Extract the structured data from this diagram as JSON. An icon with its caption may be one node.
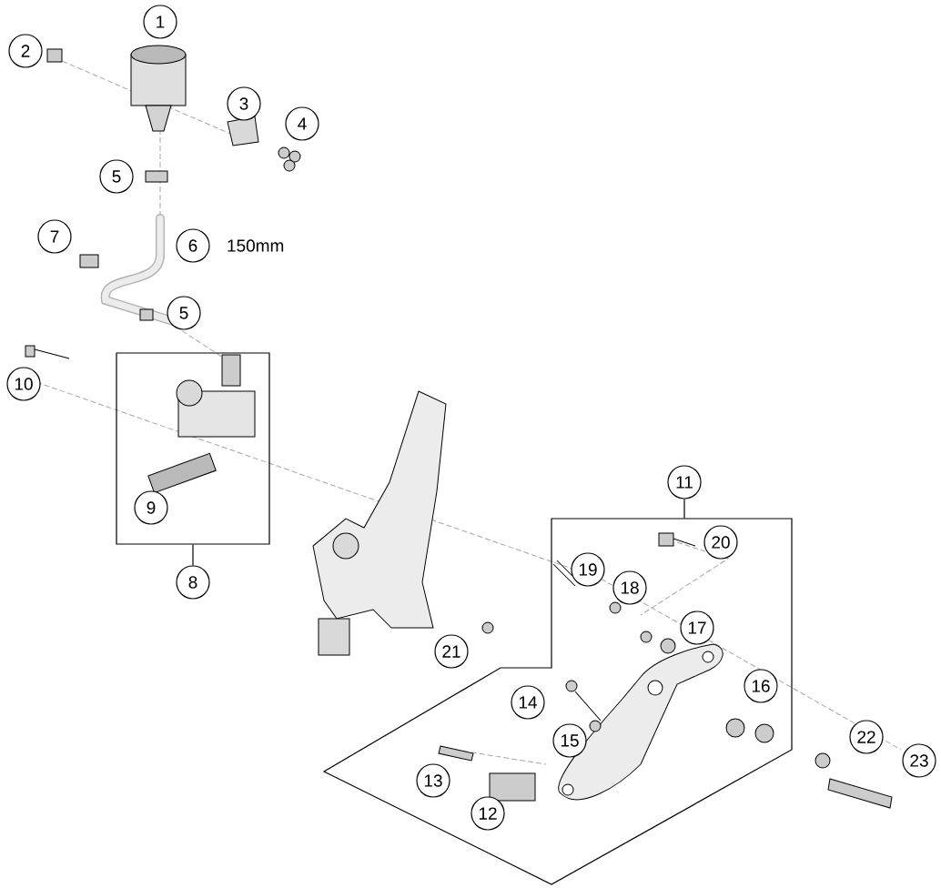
{
  "diagram": {
    "nodes": [
      {
        "text": [
          "1"
        ]
      },
      {
        "text": [
          "2"
        ]
      },
      {
        "text": [
          "3"
        ]
      },
      {
        "text": [
          "4"
        ]
      },
      {
        "text": [
          "5"
        ]
      },
      {
        "text": [
          "6"
        ],
        "beside": [
          "150mm"
        ]
      },
      {
        "text": [
          "7"
        ]
      },
      {
        "text": [
          "5"
        ]
      },
      {
        "text": [
          "10"
        ]
      },
      {
        "text": [],
        "shape": "box"
      },
      {
        "text": [
          "9"
        ],
        "in": 9
      },
      {
        "text": [
          "8"
        ]
      },
      {
        "text": [
          "11"
        ]
      },
      {
        "text": [],
        "shape": "box"
      },
      {
        "text": [
          "20"
        ],
        "in": 13
      },
      {
        "text": [
          "19"
        ],
        "in": 13
      },
      {
        "text": [
          "18"
        ],
        "in": 13
      },
      {
        "text": [
          "21"
        ]
      },
      {
        "text": [
          "17"
        ],
        "in": 13
      },
      {
        "text": [
          "14"
        ],
        "in": 13
      },
      {
        "text": [
          "16"
        ],
        "in": 13
      },
      {
        "text": [
          "15"
        ],
        "in": 13
      },
      {
        "text": [
          "22"
        ]
      },
      {
        "text": [
          "13"
        ],
        "in": 13
      },
      {
        "text": [
          "23"
        ]
      },
      {
        "text": [
          "12"
        ],
        "in": 13
      }
    ],
    "edges": [
      {
        "from": 11,
        "to": 9,
        "arrow": "none"
      },
      {
        "from": 12,
        "to": 13,
        "arrow": "none"
      }
    ]
  }
}
